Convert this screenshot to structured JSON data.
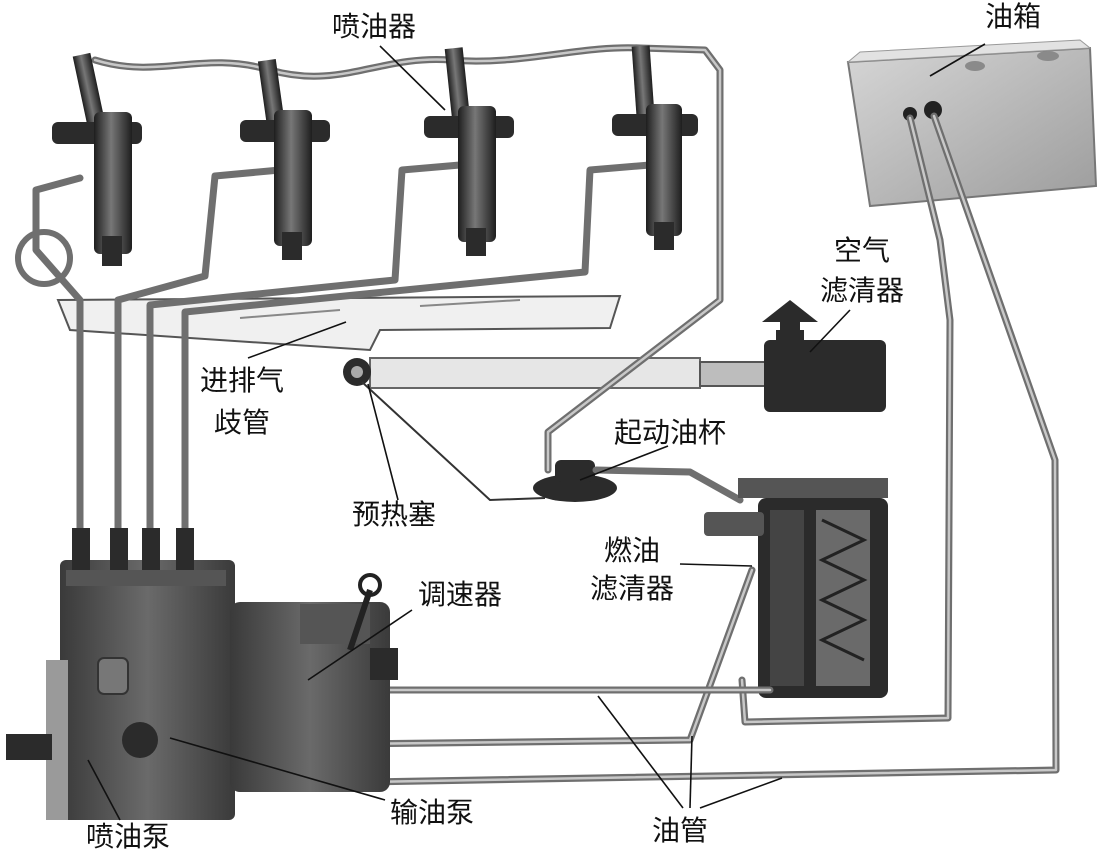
{
  "labels": {
    "injector": "喷油器",
    "fuel_tank": "油箱",
    "air_filter_1": "空气",
    "air_filter_2": "滤清器",
    "manifold_1": "进排气",
    "manifold_2": "歧管",
    "start_cup": "起动油杯",
    "preheat_plug": "预热塞",
    "fuel_filter_1": "燃油",
    "fuel_filter_2": "滤清器",
    "governor": "调速器",
    "transfer_pump": "输油泵",
    "injection_pump": "喷油泵",
    "fuel_pipe": "油管"
  },
  "colors": {
    "metal_dark": "#2b2b2b",
    "metal_mid": "#555555",
    "metal_light": "#9a9a9a",
    "tank": "#b8b8b8",
    "background": "#ffffff"
  }
}
